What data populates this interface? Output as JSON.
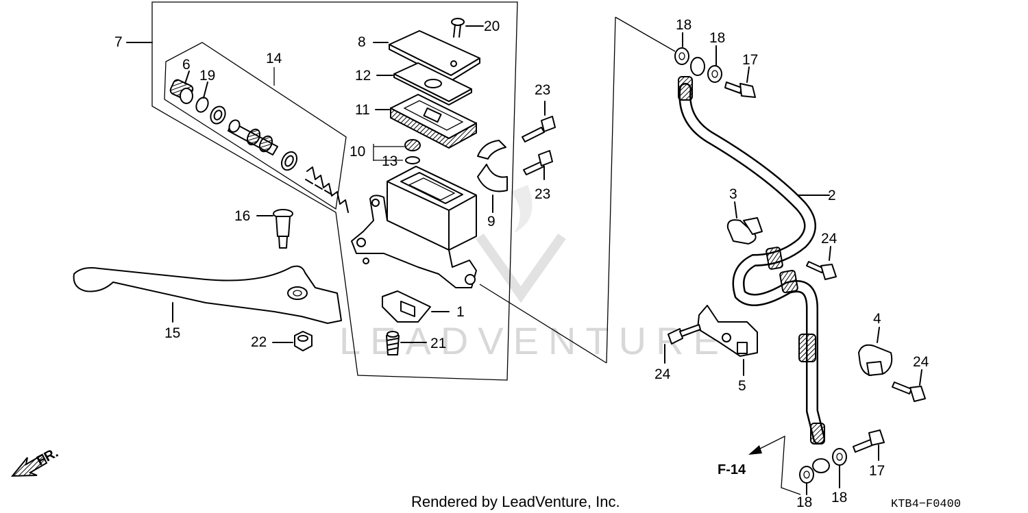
{
  "callouts": {
    "n1": "1",
    "n2": "2",
    "n3": "3",
    "n4": "4",
    "n5": "5",
    "n6": "6",
    "n7": "7",
    "n8": "8",
    "n9": "9",
    "n10": "10",
    "n11": "11",
    "n12": "12",
    "n13": "13",
    "n14": "14",
    "n15": "15",
    "n16": "16",
    "n17a": "17",
    "n17b": "17",
    "n18a": "18",
    "n18b": "18",
    "n18c": "18",
    "n18d": "18",
    "n19": "19",
    "n20": "20",
    "n21": "21",
    "n22": "22",
    "n23a": "23",
    "n23b": "23",
    "n24a": "24",
    "n24b": "24",
    "n24c": "24"
  },
  "direction_label": "FR.",
  "reference_label": "F-14",
  "watermark": "LEADVENTURE",
  "footer": "Rendered by LeadVenture, Inc.",
  "part_code": "KTB4−F0400"
}
